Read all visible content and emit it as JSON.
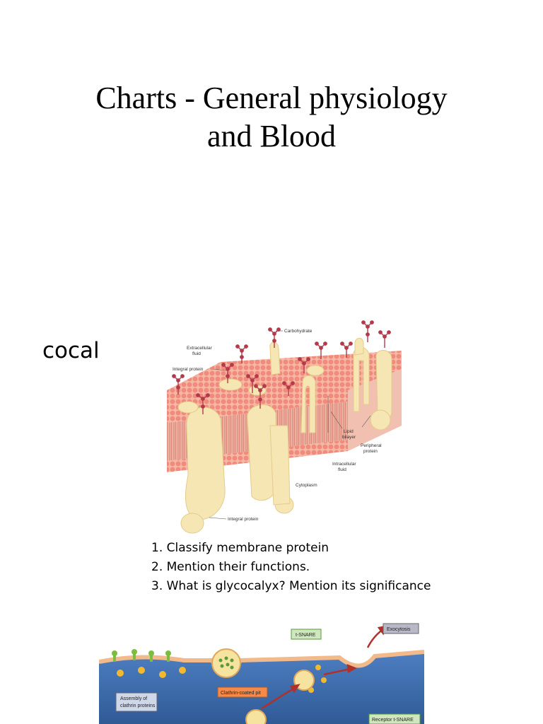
{
  "slide": {
    "title_line1": "Charts - General physiology",
    "title_line2": "and Blood",
    "side_label": "cocal"
  },
  "membrane_figure": {
    "labels": {
      "carbohydrate": "Carbohydrate",
      "extracellular_1": "Extracellular",
      "extracellular_2": "fluid",
      "integral_top": "Integral protein",
      "lipid_1": "Lipid",
      "lipid_2": "bilayer",
      "peripheral_1": "Peripheral",
      "peripheral_2": "protein",
      "intracellular_1": "Intracellular",
      "intracellular_2": "fluid",
      "cytoplasm": "Cytoplasm",
      "integral_bottom": "Integral protein"
    },
    "colors": {
      "lipid_head": "#f08a7a",
      "protein": "#f6e6b4",
      "carbohydrate": "#b43a4a"
    }
  },
  "questions": [
    "1. Classify membrane protein",
    "2. Mention their functions.",
    "3. What is glycocalyx? Mention its significance"
  ],
  "endocytosis_figure": {
    "labels": {
      "v_snare": "t-SNARE",
      "exocytosis": "Exocytosis",
      "clathrin_pit": "Clathrin-coated pit",
      "assembly_1": "Assembly of",
      "assembly_2": "clathrin proteins",
      "receptor_snare": "Receptor t-SNARE"
    },
    "colors": {
      "cytoplasm": "#3f6fb0",
      "membrane": "#f2b98a",
      "label_box": "#f58a4a"
    }
  }
}
